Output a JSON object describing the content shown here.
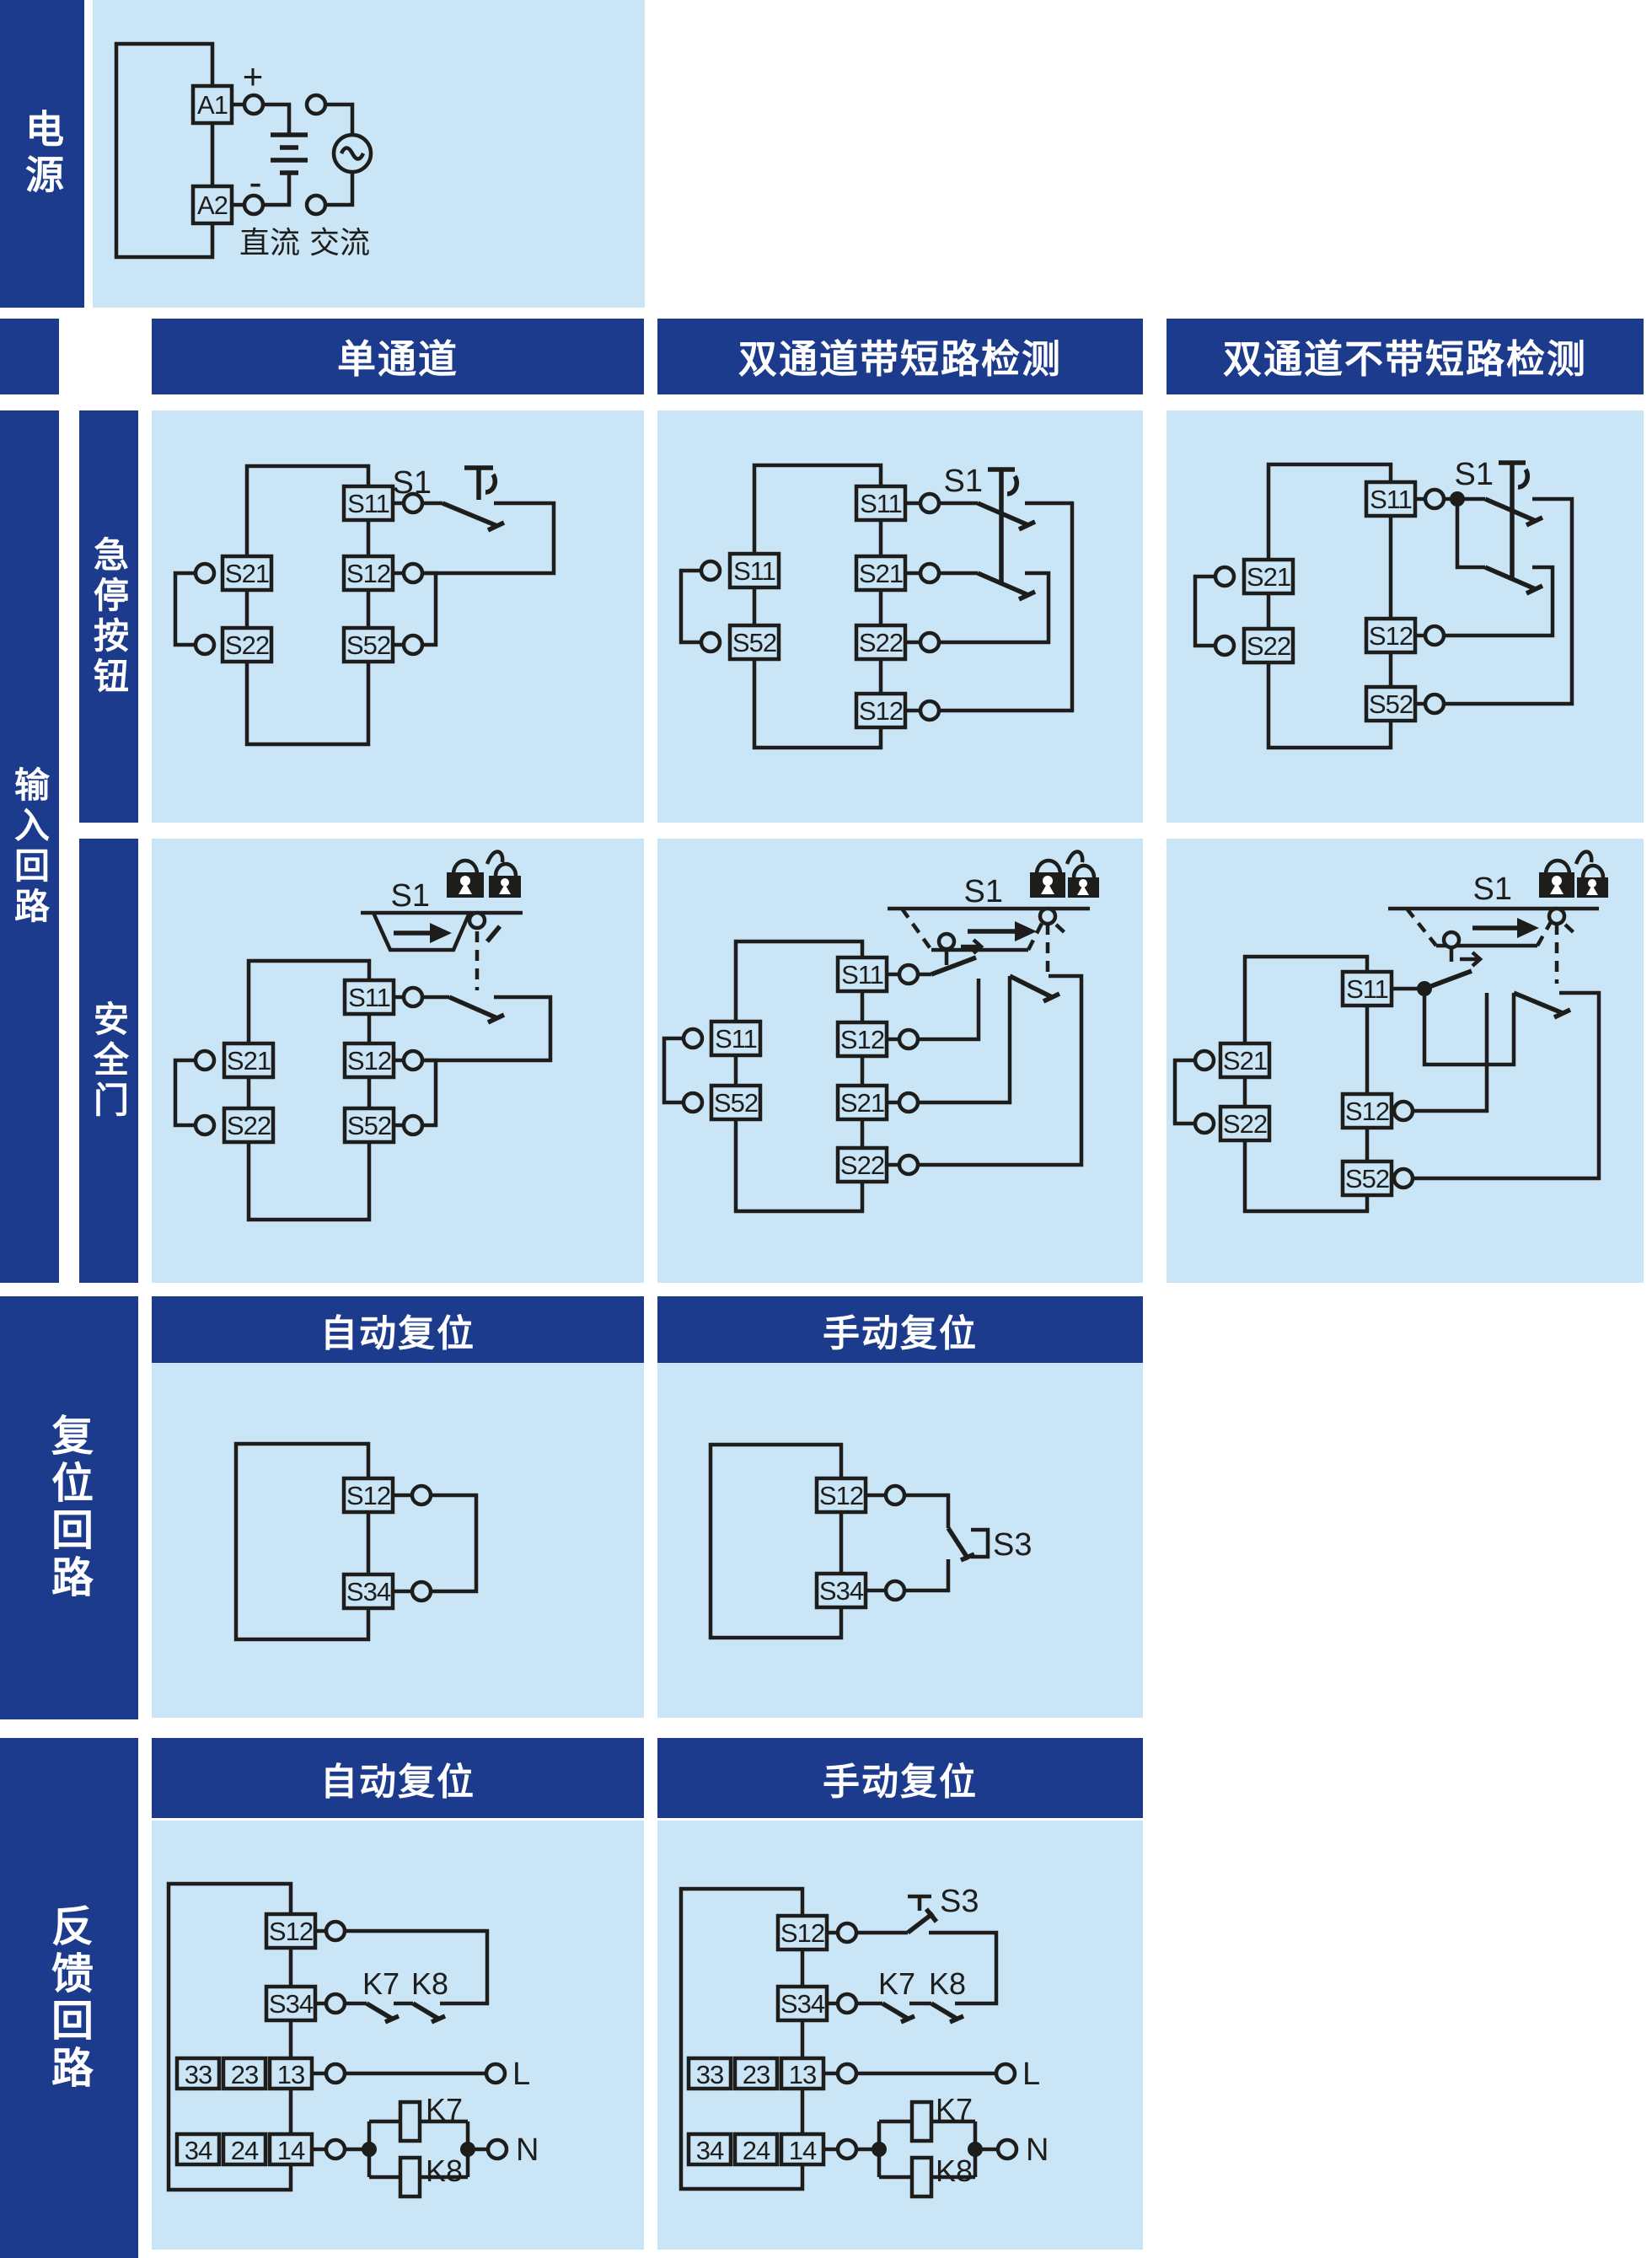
{
  "colors": {
    "navy": "#1d3b8c",
    "light_blue": "#cae5f6",
    "line": "#1d1d1b"
  },
  "power": {
    "sidebar": "电源",
    "a1": "A1",
    "a2": "A2",
    "plus": "+",
    "minus": "-",
    "dc": "直流",
    "ac": "交流"
  },
  "input": {
    "sidebar": "输入回路",
    "estop_row": "急停按钮",
    "door_row": "安全门",
    "header_single": "单通道",
    "header_dual_sc": "双通道带短路检测",
    "header_dual_nosc": "双通道不带短路检测"
  },
  "estop_single": {
    "sw": "S1",
    "s21": "S21",
    "s22": "S22",
    "s11": "S11",
    "s12": "S12",
    "s52": "S52"
  },
  "estop_dual_sc": {
    "sw": "S1",
    "lft_s11": "S11",
    "lft_s52": "S52",
    "s11": "S11",
    "s21": "S21",
    "s22": "S22",
    "s12": "S12"
  },
  "estop_dual_nosc": {
    "sw": "S1",
    "s21": "S21",
    "s22": "S22",
    "s11": "S11",
    "s12": "S12",
    "s52": "S52"
  },
  "door_single": {
    "sw": "S1",
    "s21": "S21",
    "s22": "S22",
    "s11": "S11",
    "s12": "S12",
    "s52": "S52"
  },
  "door_dual_sc": {
    "sw": "S1",
    "lft_s11": "S11",
    "lft_s52": "S52",
    "s11": "S11",
    "s12": "S12",
    "s21": "S21",
    "s22": "S22"
  },
  "door_dual_nosc": {
    "sw": "S1",
    "s21": "S21",
    "s22": "S22",
    "s11": "S11",
    "s12": "S12",
    "s52": "S52"
  },
  "reset": {
    "sidebar": "复位回路",
    "header_auto": "自动复位",
    "header_manual": "手动复位",
    "s12": "S12",
    "s34": "S34",
    "s3": "S3"
  },
  "feedback": {
    "sidebar": "反馈回路",
    "header_auto": "自动复位",
    "header_manual": "手动复位",
    "s12": "S12",
    "s34": "S34",
    "s3": "S3",
    "k7": "K7",
    "k8": "K8",
    "t33": "33",
    "t23": "23",
    "t13": "13",
    "t34": "34",
    "t24": "24",
    "t14": "14",
    "l": "L",
    "n": "N"
  }
}
